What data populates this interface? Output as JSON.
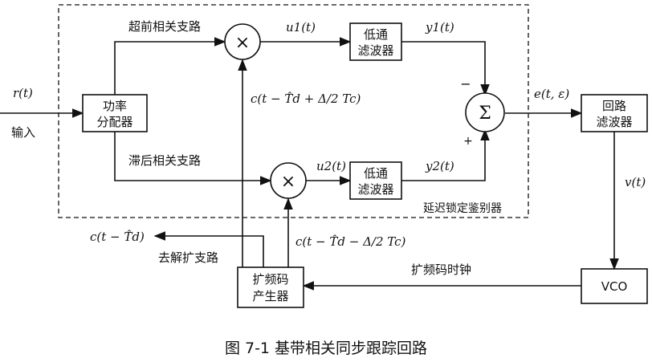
{
  "diagram": {
    "blocks": {
      "splitter": [
        "功率",
        "分配器"
      ],
      "lpf_top": [
        "低通",
        "滤波器"
      ],
      "lpf_bottom": [
        "低通",
        "滤波器"
      ],
      "loop_filter": [
        "回路",
        "滤波器"
      ],
      "vco": "VCO",
      "code_gen": [
        "扩频码",
        "产生器"
      ]
    },
    "symbols": {
      "multiplier": "×",
      "summer": "Σ",
      "minus_sign": "−",
      "plus_sign": "+"
    },
    "labels": {
      "input_signal": "r(t)",
      "input_text": "输入",
      "early_branch": "超前相关支路",
      "late_branch": "滞后相关支路",
      "u1": "u1(t)",
      "u2": "u2(t)",
      "y1": "y1(t)",
      "y2": "y2(t)",
      "error": "e(t, ε)",
      "v": "v(t)",
      "dll_label": "延迟锁定鉴别器",
      "early_code": "c(t − T̂d + Δ/2 Tc)",
      "late_code": "c(t − T̂d − Δ/2 Tc)",
      "despread_code": "c(t − T̂d)",
      "despread_branch": "去解扩支路",
      "code_clock": "扩频码时钟"
    },
    "caption": "图 7-1  基带相关同步跟踪回路"
  }
}
